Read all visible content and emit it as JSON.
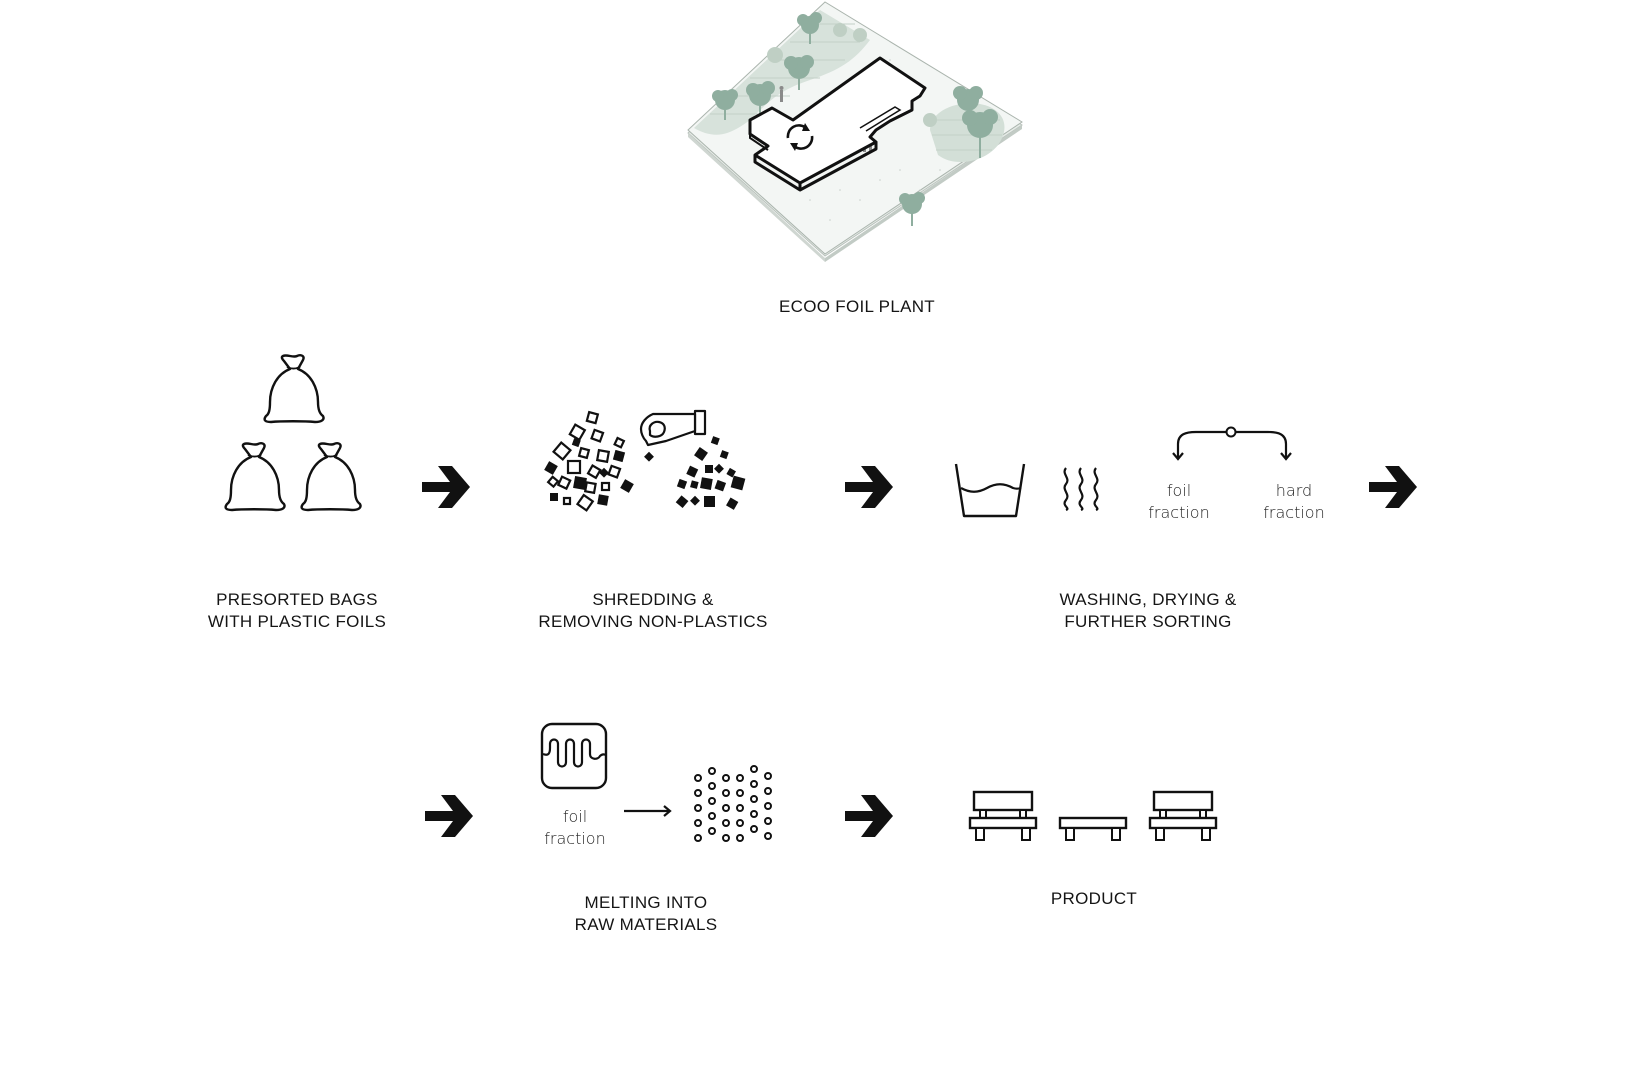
{
  "title": "ECOO FOIL PLANT",
  "colors": {
    "ink": "#111111",
    "tree_green": "#8fae9f",
    "ground": "#eef2ef",
    "ground_band": "#d9e3dc",
    "figure_grey": "#8a8a8a"
  },
  "plant": {
    "label": "ECOO FOIL PLANT",
    "icon": "recycle-cycle-icon"
  },
  "steps": [
    {
      "id": "presorted",
      "caption_line1": "PRESORTED BAGS",
      "caption_line2": "WITH PLASTIC FOILS",
      "icon": "bags-icon"
    },
    {
      "id": "shredding",
      "caption_line1": "SHREDDING &",
      "caption_line2": "REMOVING NON-PLASTICS",
      "icon": "shredded-flakes-icon"
    },
    {
      "id": "washing",
      "caption_line1": "WASHING, DRYING &",
      "caption_line2": "FURTHER SORTING",
      "icon": "wash-bowl-icon",
      "sort_labels": {
        "left_line1": "foil",
        "left_line2": "fraction",
        "right_line1": "hard",
        "right_line2": "fraction"
      }
    },
    {
      "id": "melting",
      "caption_line1": "MELTING INTO",
      "caption_line2": "RAW MATERIALS",
      "icon": "melt-box-icon",
      "sub_label_line1": "foil",
      "sub_label_line2": "fraction"
    },
    {
      "id": "product",
      "caption_line1": "PRODUCT",
      "icon": "bench-table-icon"
    }
  ],
  "arrows": [
    "arrow-right-icon",
    "arrow-right-icon",
    "arrow-right-icon",
    "arrow-right-icon",
    "arrow-right-icon"
  ]
}
